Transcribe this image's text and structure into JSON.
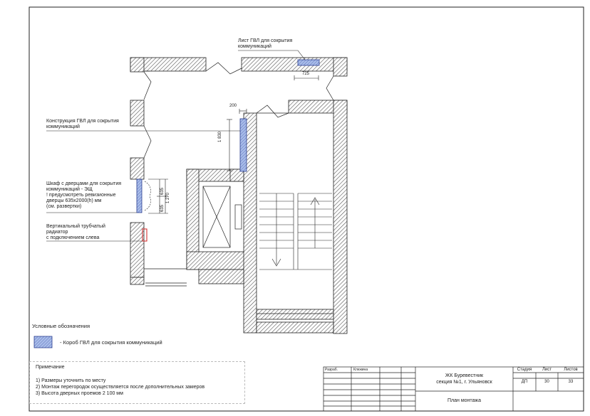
{
  "annotations": {
    "gvl_sheet": [
      "Лист ГВЛ для сокрытия",
      "коммуникаций"
    ],
    "gvl_construction": [
      "Конструкция ГВЛ для сокрытия",
      "коммуникаций"
    ],
    "cabinet": [
      "Шкаф с дверцами для сокрытия",
      "коммуникаций - ЭЩ",
      "! предусмотреть ревизионные",
      "дверцы 635х2000(h) мм",
      "(см. развертки)"
    ],
    "radiator": [
      "Вертикальный трубчатый",
      "радиатор",
      "с подключением слева"
    ]
  },
  "dimensions": {
    "d725": "725",
    "d200": "200",
    "d1830": "1 830",
    "d635a": "635",
    "d635b": "635",
    "d1270": "1 270"
  },
  "legend": {
    "title": "Условные обозначения",
    "item": "- Короб ГВЛ для сокрытия коммуникаций"
  },
  "notes": {
    "title": "Примечание",
    "items": [
      "1) Размеры уточнить по месту",
      "2) Монтаж перегородок осуществляется после дополнительных замеров",
      "3) Высота дверных проемов 2 100 мм"
    ]
  },
  "stamp": {
    "developed_label": "Разраб.",
    "developer": "Клюкина",
    "project": [
      "ЖК Буревестник",
      "секция №1, г. Ульяновск"
    ],
    "drawing_title": "План монтажа",
    "stage_label": "Стадия",
    "sheet_label": "Лист",
    "sheets_label": "Листов",
    "stage": "ДП",
    "sheet": "30",
    "sheets": "33"
  },
  "colors": {
    "wall_hatch": "#555555",
    "gvl_fill": "#9fb6e6",
    "gvl_stroke": "#2a3d8f",
    "radiator": "#d22222",
    "line": "#222222"
  }
}
